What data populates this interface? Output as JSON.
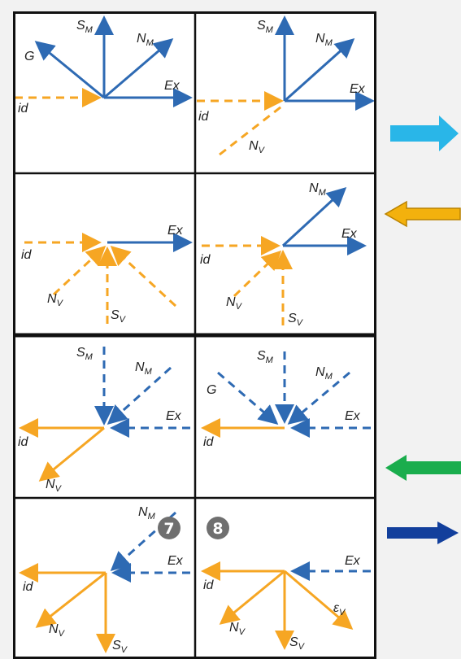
{
  "labels": {
    "G": "G",
    "S_main": "S",
    "S_sub_M": "M",
    "S_sub_V": "V",
    "N_main": "N",
    "N_sub_M": "M",
    "N_sub_V": "V",
    "Ex": "Ex",
    "id": "id",
    "eps_main": "ε",
    "eps_sub": "V"
  },
  "badges": {
    "seven": "7",
    "eight": "8"
  },
  "colors": {
    "blue_vector": "#2e6ab3",
    "orange_vector": "#f6a623",
    "arrow_cyan": "#29b6e8",
    "arrow_orange": "#f3b10d",
    "arrow_green": "#1aad4d",
    "arrow_navy": "#123f9c",
    "badge_gray": "#6f6f6f",
    "grid_line": "#111111",
    "background": "#f2f2f2"
  },
  "side_arrows": [
    {
      "name": "cyan-arrow",
      "direction": "right",
      "color": "#29b6e8"
    },
    {
      "name": "orange-arrow",
      "direction": "left",
      "color": "#f3b10d"
    },
    {
      "name": "green-arrow",
      "direction": "left",
      "color": "#1aad4d"
    },
    {
      "name": "navy-arrow",
      "direction": "right",
      "color": "#123f9c"
    }
  ]
}
